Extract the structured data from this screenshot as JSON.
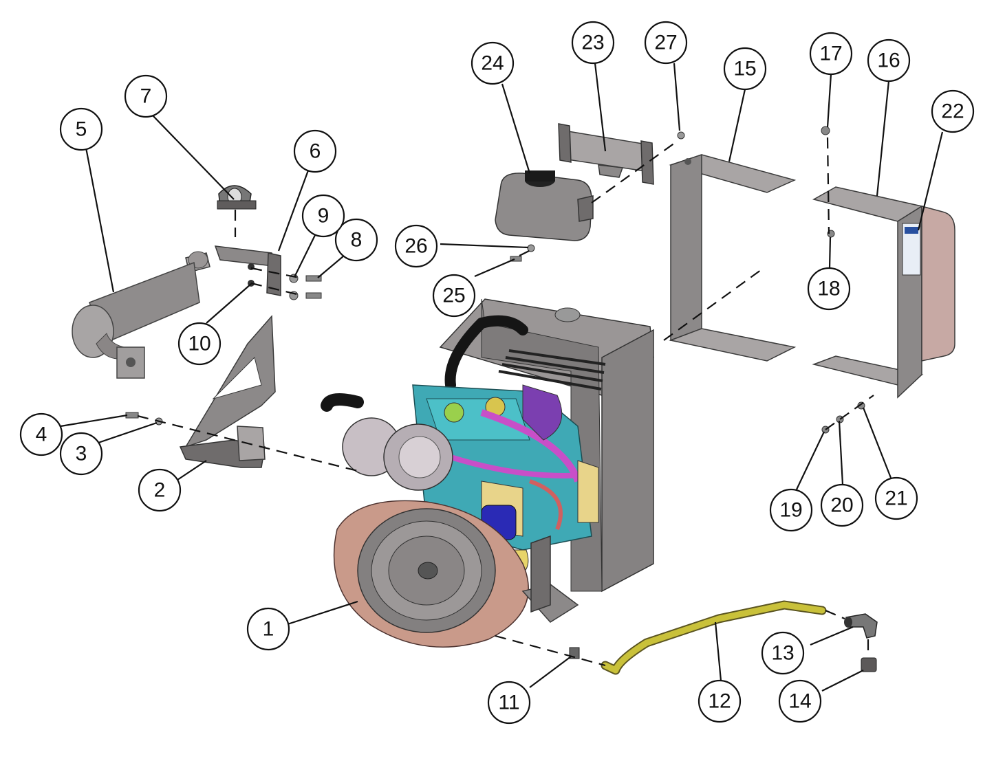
{
  "callouts": [
    {
      "id": "1",
      "label": "1"
    },
    {
      "id": "2",
      "label": "2"
    },
    {
      "id": "3",
      "label": "3"
    },
    {
      "id": "4",
      "label": "4"
    },
    {
      "id": "5",
      "label": "5"
    },
    {
      "id": "6",
      "label": "6"
    },
    {
      "id": "7",
      "label": "7"
    },
    {
      "id": "8",
      "label": "8"
    },
    {
      "id": "9",
      "label": "9"
    },
    {
      "id": "10",
      "label": "10"
    },
    {
      "id": "11",
      "label": "11"
    },
    {
      "id": "12",
      "label": "12"
    },
    {
      "id": "13",
      "label": "13"
    },
    {
      "id": "14",
      "label": "14"
    },
    {
      "id": "15",
      "label": "15"
    },
    {
      "id": "16",
      "label": "16"
    },
    {
      "id": "17",
      "label": "17"
    },
    {
      "id": "18",
      "label": "18"
    },
    {
      "id": "19",
      "label": "19"
    },
    {
      "id": "20",
      "label": "20"
    },
    {
      "id": "21",
      "label": "21"
    },
    {
      "id": "22",
      "label": "22"
    },
    {
      "id": "23",
      "label": "23"
    },
    {
      "id": "24",
      "label": "24"
    },
    {
      "id": "25",
      "label": "25"
    },
    {
      "id": "26",
      "label": "26"
    },
    {
      "id": "27",
      "label": "27"
    }
  ],
  "colors": {
    "engine_block": "#3fa9b5",
    "flywheel_housing": "#c99a8a",
    "radiator": "#858282",
    "hose_black": "#151515",
    "fuel_line": "#c9c13a",
    "wiring": "#c84fc8",
    "fuel_filter": "#2a2ab5",
    "air_filter": "#c8bfc5"
  }
}
